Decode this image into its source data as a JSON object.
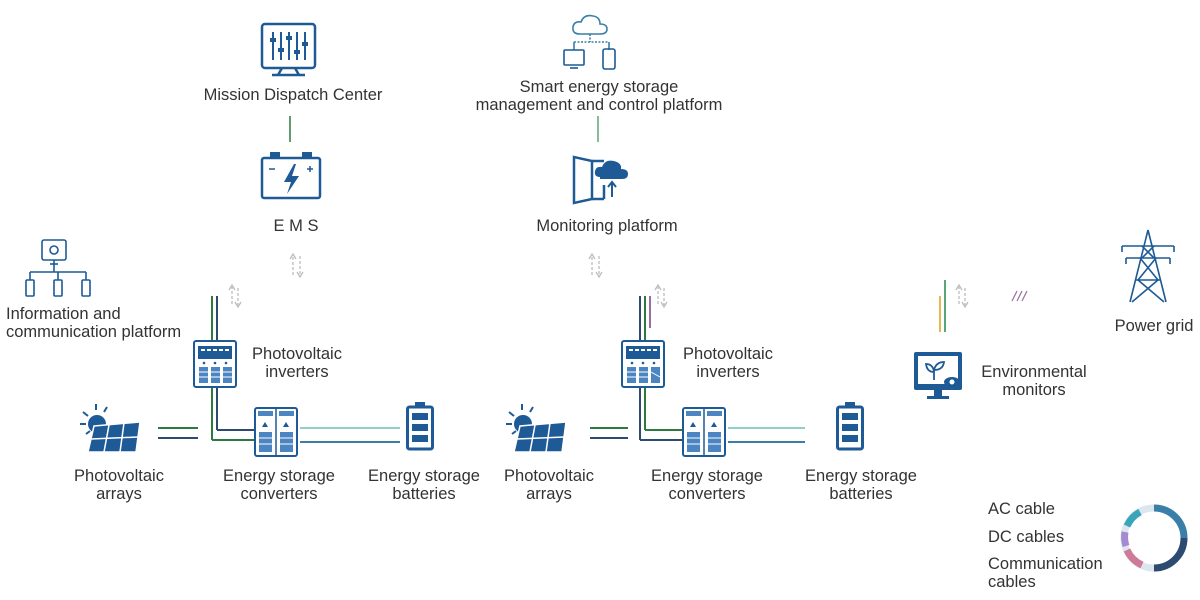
{
  "nodes": {
    "mission_dispatch": "Mission Dispatch Center",
    "smart_platform": [
      "Smart energy storage",
      "management and control platform"
    ],
    "ems": "E M S",
    "monitoring": "Monitoring platform",
    "info_comm": [
      "Information and",
      "communication platform"
    ],
    "power_grid": "Power grid",
    "pv_inverters": [
      "Photovoltaic",
      "inverters"
    ],
    "env_monitors": [
      "Environmental",
      "monitors"
    ],
    "pv_arrays": [
      "Photovoltaic",
      "arrays"
    ],
    "es_converters": [
      "Energy storage",
      "converters"
    ],
    "es_batteries": [
      "Energy storage",
      "batteries"
    ]
  },
  "legend": [
    {
      "label": "AC cable",
      "colors": [
        "#9b6b9e",
        "#e8b84f"
      ]
    },
    {
      "label": "DC cables",
      "colors": [
        "#2d4a70",
        "#3a7fa8"
      ]
    },
    {
      "label": "Communication",
      "label2": "cables",
      "colors": [
        "#2e7a3e",
        "#8fd0c8"
      ]
    }
  ],
  "colors": {
    "icon_blue": "#1d5a96",
    "comm_green": "#2e7a3e",
    "comm_teal": "#8fd0c8",
    "ac_orange": "#e8b84f",
    "ac_purple": "#9b6b9e",
    "dc_navy": "#2d4a70",
    "dc_blue": "#3a7fa8",
    "arrow_gray": "#bdbdbd"
  },
  "icons": [
    "dashboard-monitor-icon",
    "cloud-network-icon",
    "battery-bolt-icon",
    "door-cloud-upload-icon",
    "org-network-icon",
    "transmission-tower-icon",
    "inverter-cabinet-icon",
    "solar-panel-icon",
    "converter-cabinet-icon",
    "battery-stack-icon",
    "environment-monitor-icon",
    "legend-ring-icon"
  ]
}
